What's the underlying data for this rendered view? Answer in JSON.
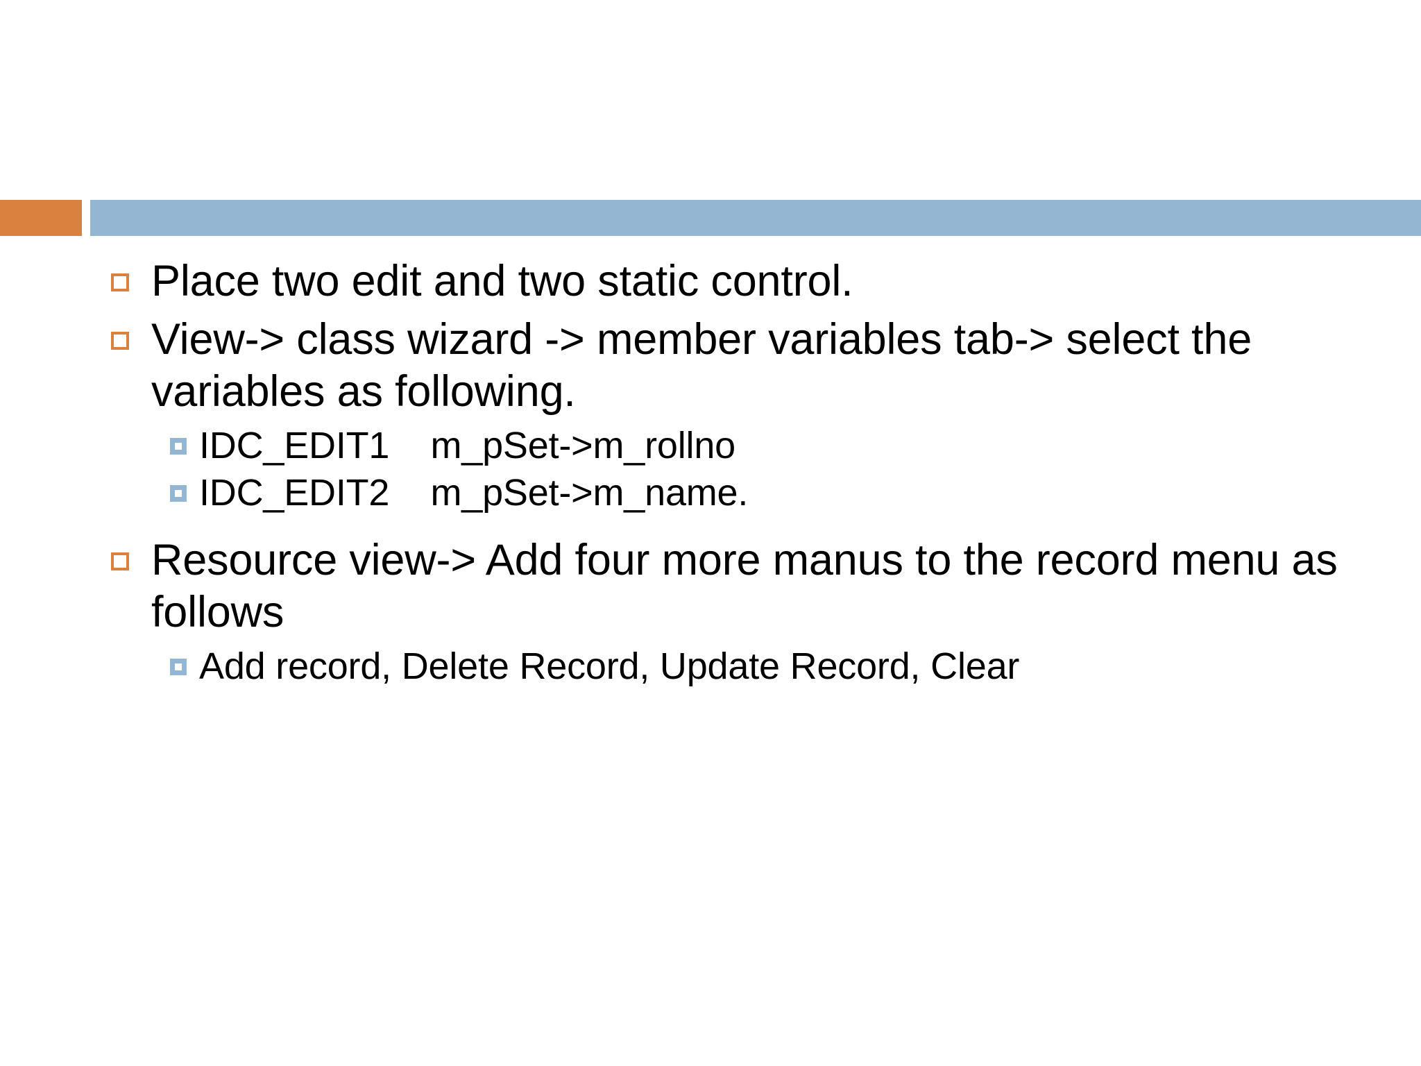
{
  "slide": {
    "background_color": "#ffffff",
    "accent_bar": {
      "name": "orange-accent-block",
      "color": "#d98240"
    },
    "title_bar": {
      "name": "blue-title-bar",
      "color": "#94b6d2"
    },
    "bullet_marker_level1": "hollow-orange-square",
    "bullet_marker_level2": "filled-blue-square",
    "body": [
      {
        "level": 1,
        "text": "Place two edit and two static control."
      },
      {
        "level": 1,
        "text": "View-> class wizard -> member variables tab-> select the variables as following."
      },
      {
        "level": 2,
        "text": "IDC_EDIT1    m_pSet->m_rollno"
      },
      {
        "level": 2,
        "text": "IDC_EDIT2    m_pSet->m_name."
      },
      {
        "level": 1,
        "text": "Resource view-> Add four more manus to the record menu as follows"
      },
      {
        "level": 2,
        "text": "Add record, Delete Record, Update Record, Clear"
      }
    ]
  }
}
